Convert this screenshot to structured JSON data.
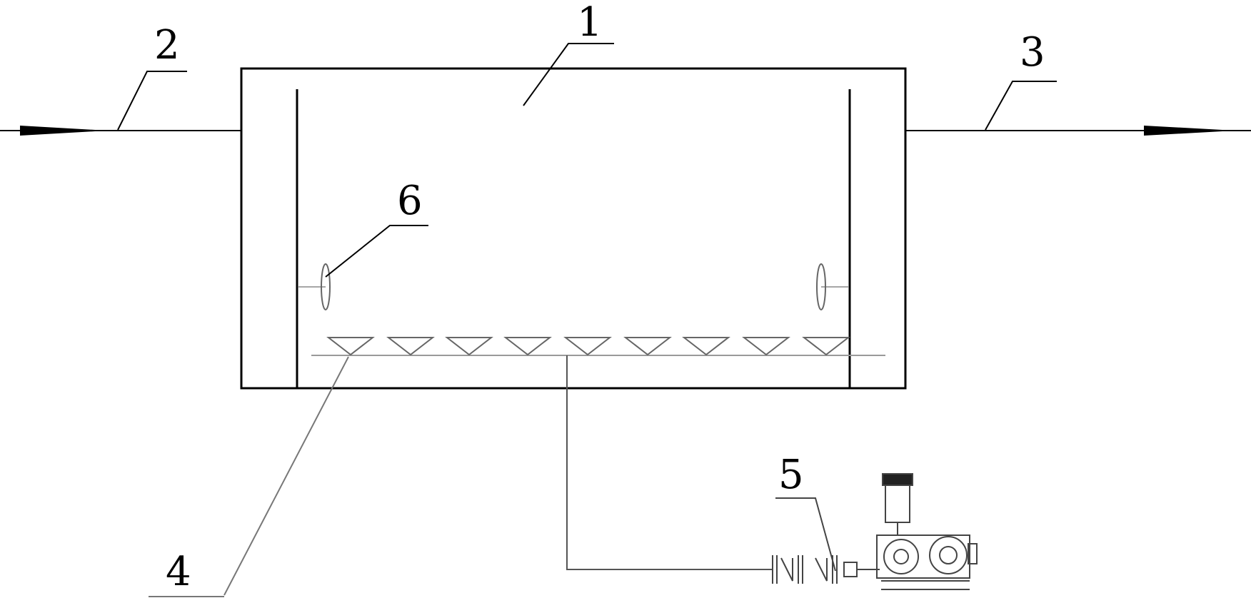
{
  "labels": {
    "tank": "1",
    "inlet": "2",
    "outlet": "3",
    "diffusers": "4",
    "blower": "5",
    "mixer": "6"
  }
}
